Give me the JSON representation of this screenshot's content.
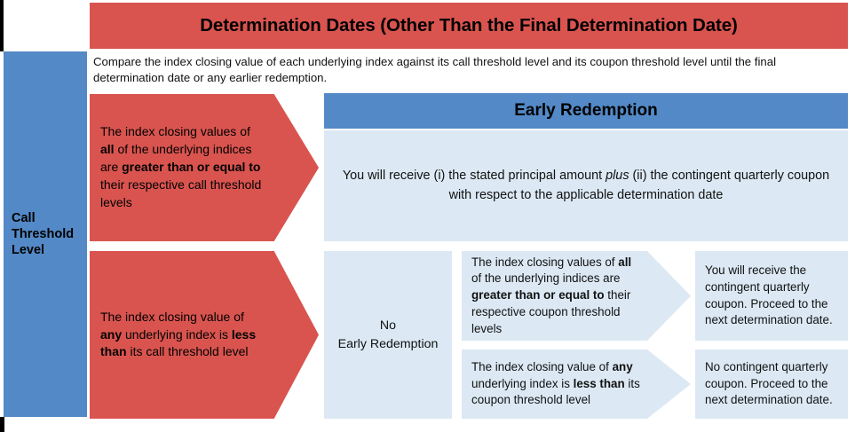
{
  "header": {
    "title": "Determination Dates (Other Than the Final Determination Date)",
    "title_bg": "#d9544f",
    "instruction": "Compare the index closing value of each underlying index against its call threshold level and its coupon threshold level until the final determination date or any earlier redemption."
  },
  "sidebar": {
    "label": "Call\nThreshold\nLevel",
    "bg": "#5389c6"
  },
  "branches": {
    "call_met": {
      "arrow_text_parts": [
        {
          "text": "The index closing values of ",
          "bold": false
        },
        {
          "text": "all",
          "bold": true
        },
        {
          "text": " of the underlying indices are ",
          "bold": false
        },
        {
          "text": "greater than or equal to",
          "bold": true
        },
        {
          "text": " their respective call threshold levels",
          "bold": false
        }
      ],
      "plain": "The index closing values of all of the underlying indices are greater than or equal to their respective call threshold levels",
      "bg": "#d9544f"
    },
    "call_not_met": {
      "arrow_text_parts": [
        {
          "text": "The index closing value of ",
          "bold": false
        },
        {
          "text": "any",
          "bold": true
        },
        {
          "text": " underlying index is ",
          "bold": false
        },
        {
          "text": "less than",
          "bold": true
        },
        {
          "text": " its call threshold level",
          "bold": false
        }
      ],
      "plain": "The index closing value of any underlying index is less than its call threshold level",
      "bg": "#d9544f"
    }
  },
  "early_redemption": {
    "header_label": "Early Redemption",
    "header_bg": "#5389c6",
    "body_parts": [
      {
        "text": "You will receive (i) the stated principal amount ",
        "italic": false
      },
      {
        "text": "plus",
        "italic": true
      },
      {
        "text": " (ii) the contingent quarterly coupon with respect to the applicable determination date",
        "italic": false
      }
    ],
    "body_plain": "You will receive (i) the stated principal amount plus (ii) the contingent quarterly coupon with respect to the applicable determination date",
    "body_bg": "#dce9f4"
  },
  "no_early_redemption": {
    "label": "No\nEarly Redemption",
    "bg": "#dce9f4"
  },
  "coupon_tests": [
    {
      "arrow_text_parts": [
        {
          "text": "The index closing values of ",
          "bold": false
        },
        {
          "text": "all",
          "bold": true
        },
        {
          "text": " of the underlying indices are ",
          "bold": false
        },
        {
          "text": "greater than or equal to",
          "bold": true
        },
        {
          "text": " their respective coupon threshold levels",
          "bold": false
        }
      ],
      "plain": "The index closing values of all of the underlying indices are greater than or equal to their respective coupon threshold levels",
      "outcome": "You will receive the contingent quarterly coupon. Proceed to the next determination date.",
      "bg": "#dce9f4"
    },
    {
      "arrow_text_parts": [
        {
          "text": "The index closing value of ",
          "bold": false
        },
        {
          "text": "any",
          "bold": true
        },
        {
          "text": " underlying index is ",
          "bold": false
        },
        {
          "text": "less than",
          "bold": true
        },
        {
          "text": " its coupon threshold level",
          "bold": false
        }
      ],
      "plain": "The index closing value of any underlying index is less than its coupon threshold level",
      "outcome": "No contingent quarterly coupon. Proceed to the next determination date.",
      "bg": "#dce9f4"
    }
  ]
}
